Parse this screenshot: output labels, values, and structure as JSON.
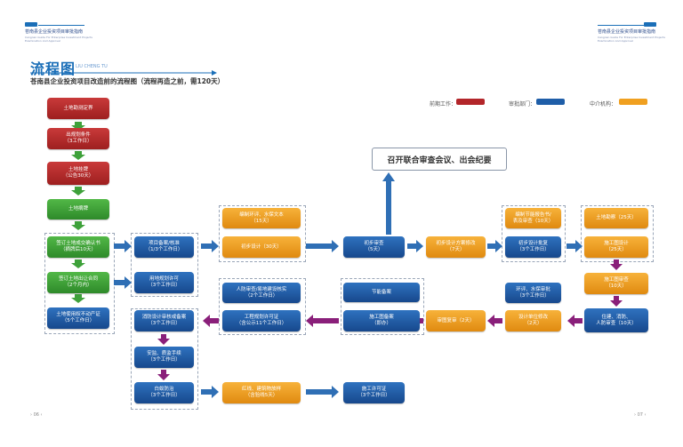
{
  "header": {
    "left_title": "苍南县企业投资项目审批指南",
    "left_sub_lines": [
      "Cangnan Guide For Enterprise Investment Projects",
      "Examination And Approval"
    ],
    "right_title": "苍南县企业投资项目审批指南",
    "right_sub_lines": [
      "Cangnan Guide For Enterprise Investment Projects",
      "Examination And Approval"
    ]
  },
  "title": "流程图",
  "title_pinyin": "LIU CHENG TU",
  "subtitle": "苍南县企业投资项目改造前的流程图（流程再造之前，需120天）",
  "legend": [
    {
      "label": "前期工作：",
      "color": "#b3262a"
    },
    {
      "label": "审批部门：",
      "color": "#1f5ea8"
    },
    {
      "label": "中介机构：",
      "color": "#f0a020"
    }
  ],
  "colors": {
    "red": "#b3262a",
    "green": "#3ea13a",
    "blue": "#1f5ea8",
    "orange": "#f0a020",
    "arrow_green": "#3ea13a",
    "arrow_blue": "#2f6fb5",
    "arrow_purple": "#8a1f7a"
  },
  "nodes": {
    "n1": [
      "土地勘测定界"
    ],
    "n2": [
      "出规划条件",
      "（3工作日）"
    ],
    "n3": [
      "土地挂牌",
      "（公告30天）"
    ],
    "n4": [
      "土地摘牌"
    ],
    "n5": [
      "签订土地成交确认书",
      "（摘牌后10天）"
    ],
    "n6": [
      "签订土地出让合同",
      "（2个月内）"
    ],
    "n7": [
      "土地使用权不动产证",
      "（5个工作日）"
    ],
    "n8": [
      "项目备案/核准",
      "（1/3个工作日）"
    ],
    "n9": [
      "用地规划许可",
      "（3个工作日）"
    ],
    "n10": [
      "编制环评、水保文本",
      "（15天）"
    ],
    "n11": [
      "初步设计（30天）"
    ],
    "n12": [
      "初步审查",
      "（5天）"
    ],
    "n13": [
      "初步设计方案修改",
      "（7天）"
    ],
    "n14": [
      "编制节能报告书/",
      "表及审查（10天）"
    ],
    "n15": [
      "初步设计批复",
      "（3个工作日）"
    ],
    "n16": [
      "土地勘察（25天）"
    ],
    "n17": [
      "施工图设计",
      "（25天）"
    ],
    "n18": [
      "施工图审查",
      "（10天）"
    ],
    "n19": [
      "住建、消防、",
      "人防审查（10天）"
    ],
    "n20": [
      "环评、水保审批",
      "（3个工作日）"
    ],
    "n21": [
      "设计单位修改",
      "（2天）"
    ],
    "n22": [
      "节能备案"
    ],
    "n23": [
      "施工图备案",
      "（即办）"
    ],
    "n24": [
      "审图复审（2天）"
    ],
    "n25": [
      "人防审查/易地建设核实",
      "（2个工作日）"
    ],
    "n26": [
      "工程规划许可证",
      "（含公示11个工作日）"
    ],
    "n27": [
      "消防设计审核或备案",
      "（3个工作日）"
    ],
    "n28": [
      "安监、质监手续",
      "（3个工作日）"
    ],
    "n29": [
      "白蚁防治",
      "（3个工作日）"
    ],
    "n30": [
      "红线、建筑物放样",
      "（含验线5天）"
    ],
    "n31": [
      "施工许可证",
      "（3个工作日）"
    ]
  },
  "meeting": "召开联合审查会议、出会纪要",
  "page_left": "› 06 ‹",
  "page_right": "› 07 ‹"
}
